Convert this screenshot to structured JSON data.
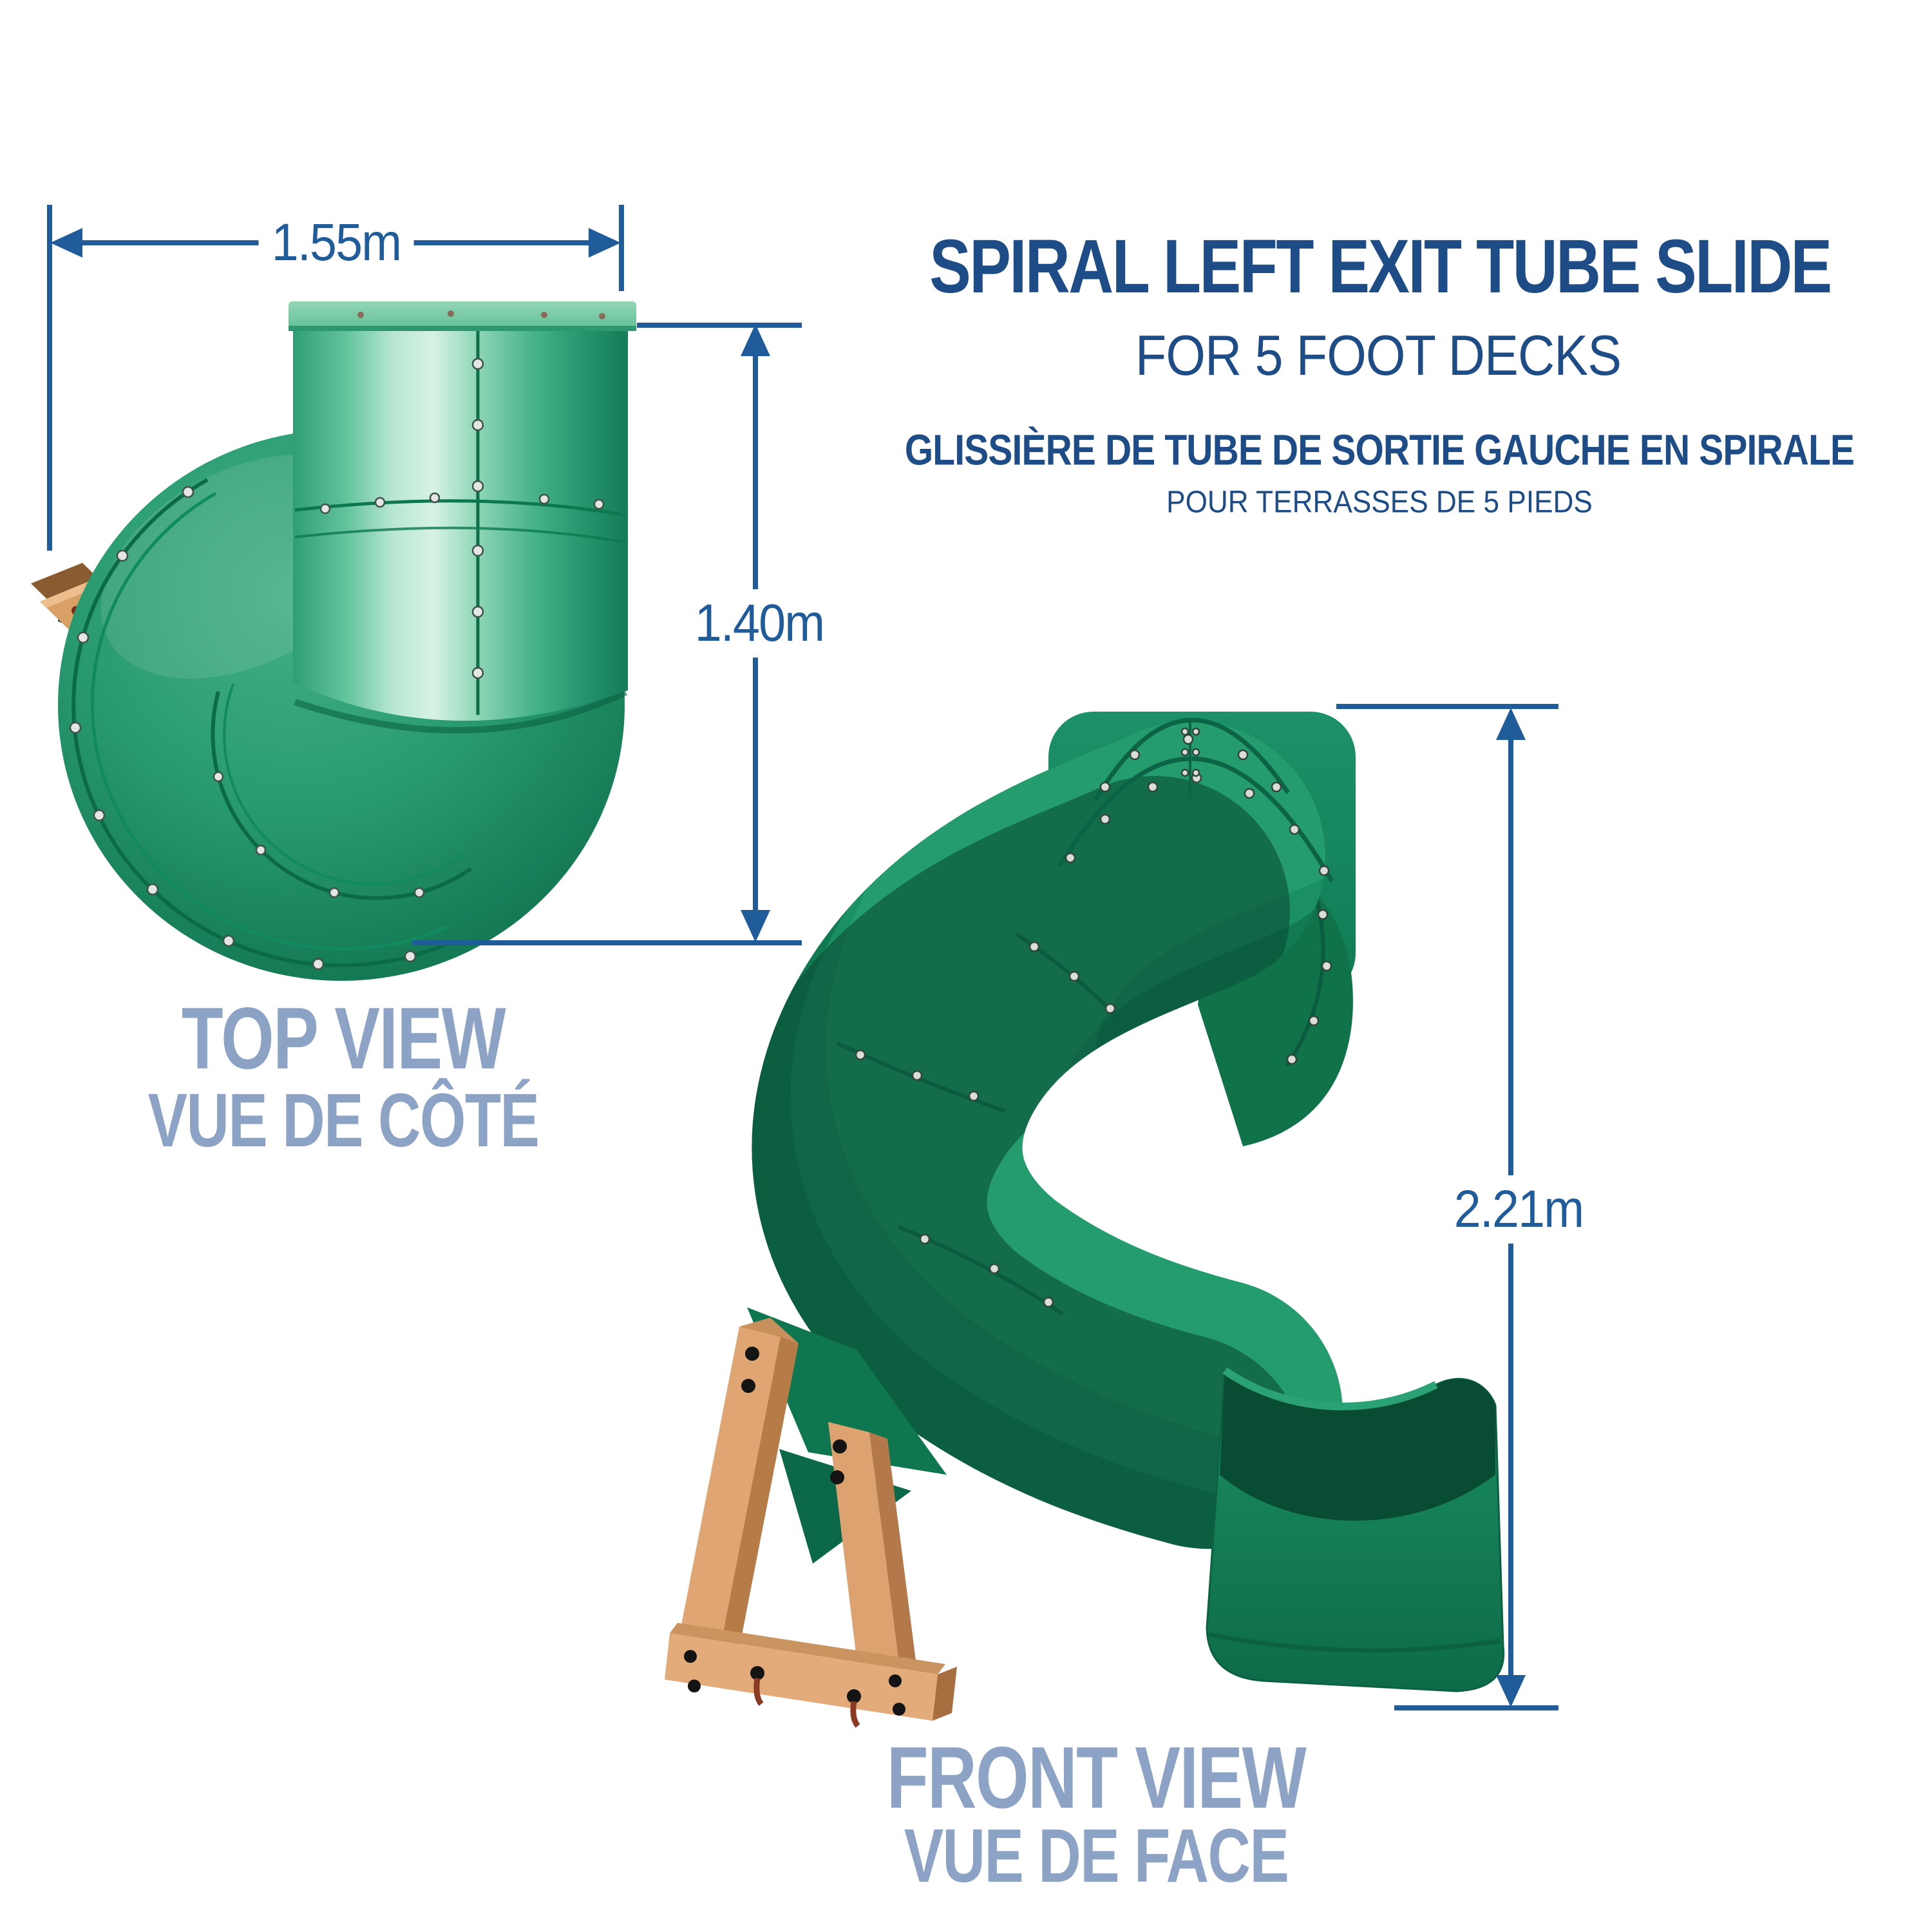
{
  "header": {
    "title": "SPIRAL LEFT EXIT TUBE SLIDE",
    "subtitle": "FOR 5 FOOT DECKS",
    "title_fr": "GLISSIÈRE DE TUBE DE SORTIE GAUCHE EN SPIRALE",
    "subtitle_fr": "POUR TERRASSES DE 5 PIEDS"
  },
  "top_view": {
    "label": "TOP VIEW",
    "label_fr": "VUE DE CÔTÉ",
    "width_dimension": "1.55m",
    "height_dimension": "1.40m"
  },
  "front_view": {
    "label": "FRONT VIEW",
    "label_fr": "VUE DE FACE",
    "height_dimension": "2.21m"
  },
  "colors": {
    "dimension_blue": "#1f5c99",
    "title_blue": "#1d4c86",
    "view_label_blue": "#8ca3c6",
    "slide_green_light": "#3aa87e",
    "slide_green_dark": "#0f7b53",
    "wood_tan": "#dfa673"
  }
}
